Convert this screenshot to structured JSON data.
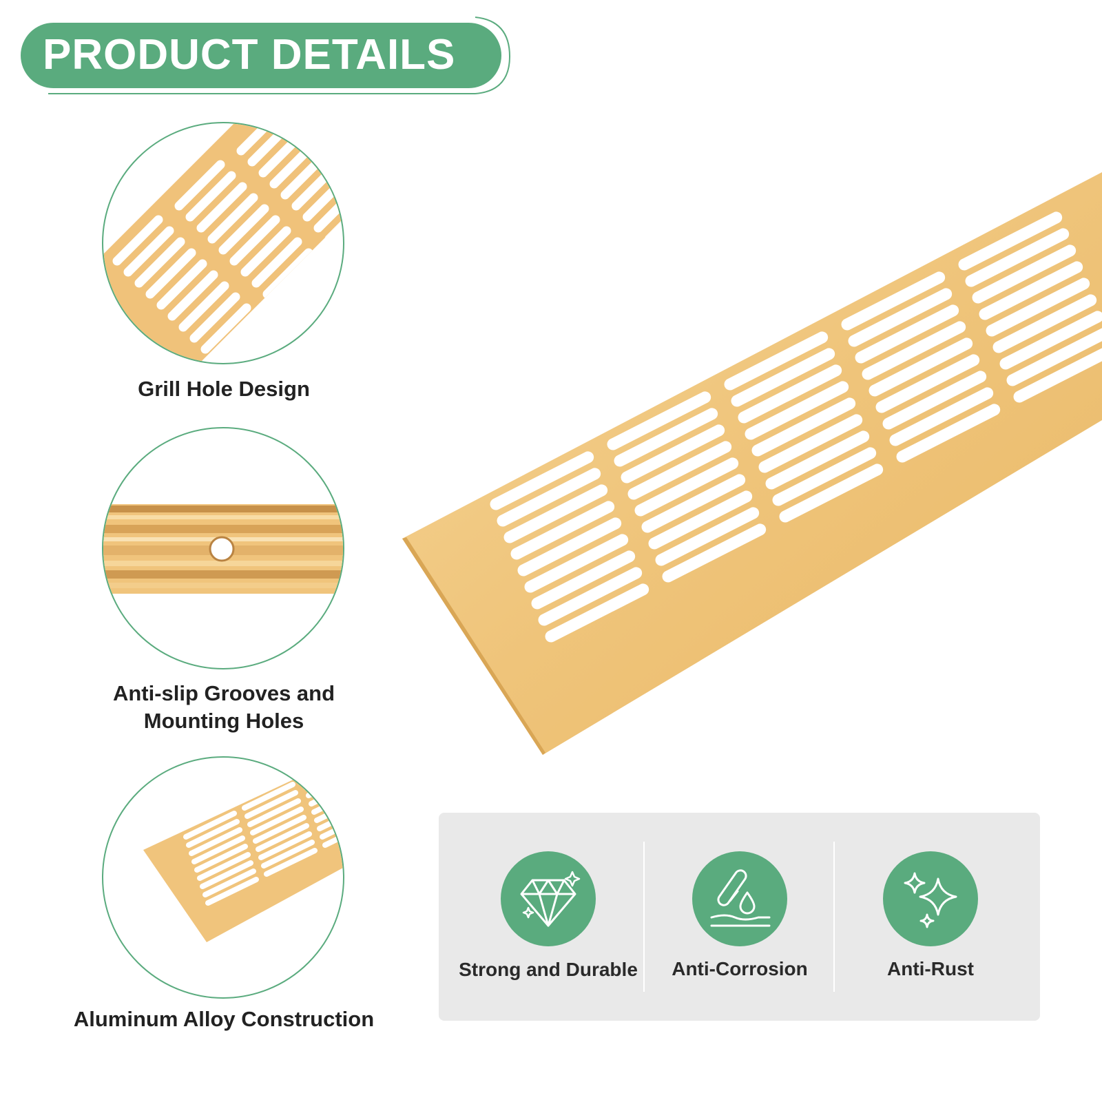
{
  "header": {
    "title": "PRODUCT DETAILS"
  },
  "details": [
    {
      "caption": "Grill Hole Design"
    },
    {
      "caption_line1": "Anti-slip Grooves and",
      "caption_line2": "Mounting Holes"
    },
    {
      "caption": "Aluminum Alloy Construction"
    }
  ],
  "features": [
    {
      "label": "Strong and Durable",
      "icon": "diamond-icon"
    },
    {
      "label": "Anti-Corrosion",
      "icon": "test-tube-drop-icon"
    },
    {
      "label": "Anti-Rust",
      "icon": "sparkle-icon"
    }
  ],
  "colors": {
    "accent": "#5aab7e",
    "gold": "#f0c77f",
    "panel": "#e9e9e9",
    "text": "#222222"
  }
}
